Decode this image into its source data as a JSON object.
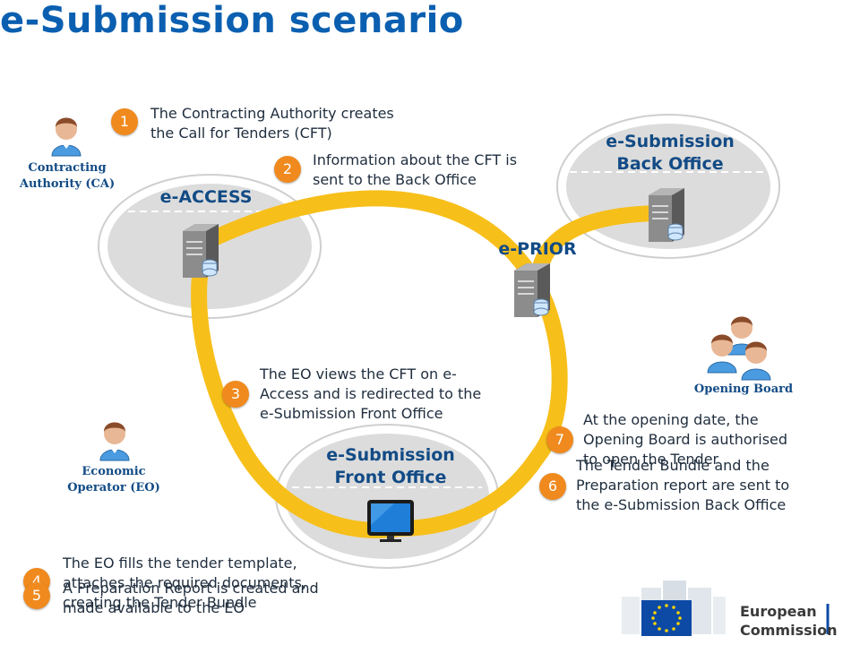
{
  "title": "e-Submission scenario",
  "zones": {
    "eaccess": "e-ACCESS",
    "back_office": [
      "e-Submission",
      "Back Office"
    ],
    "front_office": [
      "e-Submission",
      "Front Office"
    ],
    "eprior": "e-PRIOR"
  },
  "actors": {
    "ca": [
      "Contracting",
      "Authority (CA)"
    ],
    "eo": [
      "Economic",
      "Operator (EO)"
    ],
    "opening_board": "Opening Board"
  },
  "steps": [
    {
      "num": "1",
      "lines": [
        "The Contracting Authority creates",
        "the Call for Tenders (CFT)"
      ]
    },
    {
      "num": "2",
      "lines": [
        "Information about the CFT is",
        "sent to the Back Office"
      ]
    },
    {
      "num": "3",
      "lines": [
        "The EO views the CFT on e-",
        "Access and is redirected to the",
        "e-Submission Front Office"
      ]
    },
    {
      "num": "4",
      "lines": [
        "The EO fills the tender template,",
        "attaches the required documents,",
        "creating the Tender Bundle"
      ]
    },
    {
      "num": "5",
      "lines": [
        "A Preparation Report is created and",
        "made available to the EO"
      ]
    },
    {
      "num": "6",
      "lines": [
        "The Tender Bundle and the",
        "Preparation report are sent to",
        "the e-Submission Back Office"
      ]
    },
    {
      "num": "7",
      "lines": [
        "At the opening date, the",
        "Opening Board is authorised",
        "to open the Tender"
      ]
    }
  ],
  "logo": {
    "line1": "European",
    "line2": "Commission"
  },
  "colors": {
    "title": "#0b5fb0",
    "path": "#f7bf1a",
    "badge": "#f08a1e",
    "zone": "#dcdcdc",
    "label": "#124b85"
  }
}
